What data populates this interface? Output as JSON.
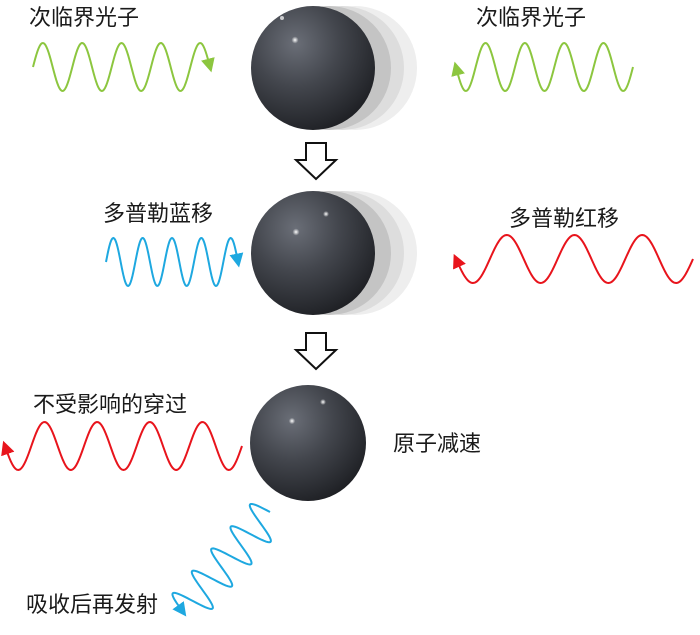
{
  "labels": {
    "row1_left": "次临界光子",
    "row1_right": "次临界光子",
    "row2_left": "多普勒蓝移",
    "row2_right": "多普勒红移",
    "row3_pass": "不受影响的穿过",
    "row3_atom": "原子减速",
    "row3_emit": "吸收后再发射"
  },
  "colors": {
    "subcritical_photon": "#8cc63f",
    "blue_shift": "#1ea8e0",
    "red_shift": "#e8141c",
    "atom": "#3e4148",
    "arrow_outline": "#111111"
  },
  "icons": {
    "transition_arrow": "down-arrow-icon"
  }
}
